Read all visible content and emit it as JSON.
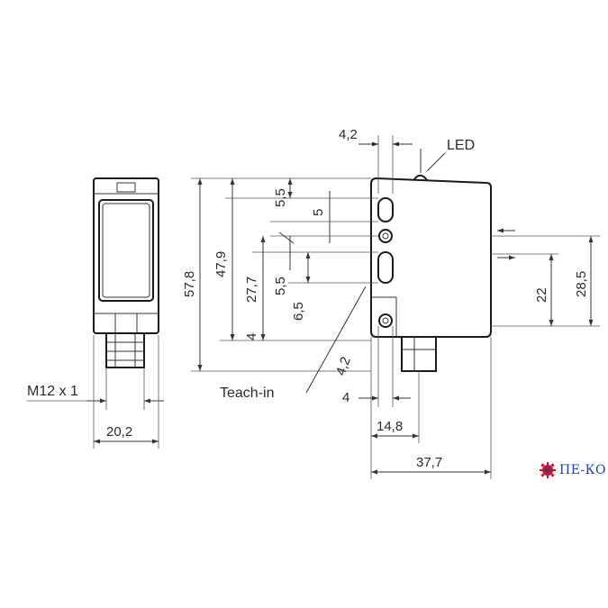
{
  "side_view": {
    "thread_label": "M12 x 1",
    "width_dim": "20,2"
  },
  "front_view": {
    "led_label": "LED",
    "teach_label": "Teach-in",
    "top_offset_dim": "4,2",
    "vertical_dims": [
      "57,8",
      "47,9",
      "27,7",
      "4",
      "5,5",
      "5",
      "5,5",
      "6,5",
      "4,2"
    ],
    "right_dims": [
      "28,5",
      "22"
    ],
    "bottom_dims": [
      "4",
      "14,8",
      "37,7"
    ]
  },
  "logo": {
    "text": "ПЕ-КО",
    "icon": "gear-icon"
  }
}
